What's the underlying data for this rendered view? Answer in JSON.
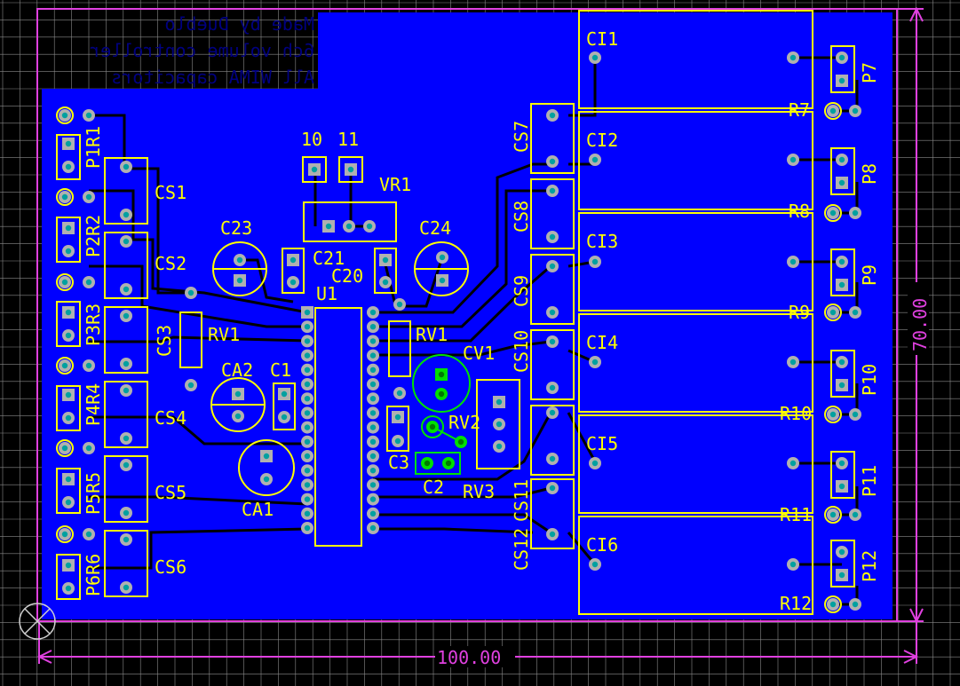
{
  "colors": {
    "background": "#000000",
    "grid": "#8a8a8a",
    "board": "#0000ff",
    "outline": "#ffff00",
    "pad": "#b0b0b0",
    "drill": "#00a0a0",
    "dimension": "#e040e0",
    "mirror_text": "#000080",
    "highlight": "#00e000"
  },
  "board": {
    "credits": [
      "Made by Dueblo",
      "6ch volume controller",
      "All WIMA capacitors"
    ],
    "width_label": "100.00",
    "height_label": "70.00"
  },
  "labels": {
    "u1": "U1",
    "vr1": "VR1",
    "pin10": "10",
    "pin11": "11",
    "c23": "C23",
    "c24": "C24",
    "c21": "C21",
    "c20": "C20",
    "rv1_left": "RV1",
    "rv1_right": "RV1",
    "ca2": "CA2",
    "c1": "C1",
    "ca1": "CA1",
    "cv1": "CV1",
    "rv2": "RV2",
    "rv3": "RV3",
    "c3": "C3",
    "c2": "C2",
    "cs1": "CS1",
    "cs2": "CS2",
    "cs3": "CS3",
    "cs4": "CS4",
    "cs5": "CS5",
    "cs6": "CS6",
    "cs7": "CS7",
    "cs8": "CS8",
    "cs9": "CS9",
    "cs10": "CS10",
    "cs11": "CS11",
    "cs12": "CS12",
    "p1r1": "P1R1",
    "p2r2": "P2R2",
    "p3r3": "P3R3",
    "p4r4": "P4R4",
    "p5r5": "P5R5",
    "p6r6": "P6R6",
    "ci1": "CI1",
    "ci2": "CI2",
    "ci3": "CI3",
    "ci4": "CI4",
    "ci5": "CI5",
    "ci6": "CI6",
    "r7": "R7",
    "r8": "R8",
    "r9": "R9",
    "r10": "R10",
    "r11": "R11",
    "r12": "R12",
    "p7": "P7",
    "p8": "P8",
    "p9": "P9",
    "p10": "P10",
    "p11": "P11",
    "p12": "P12"
  }
}
